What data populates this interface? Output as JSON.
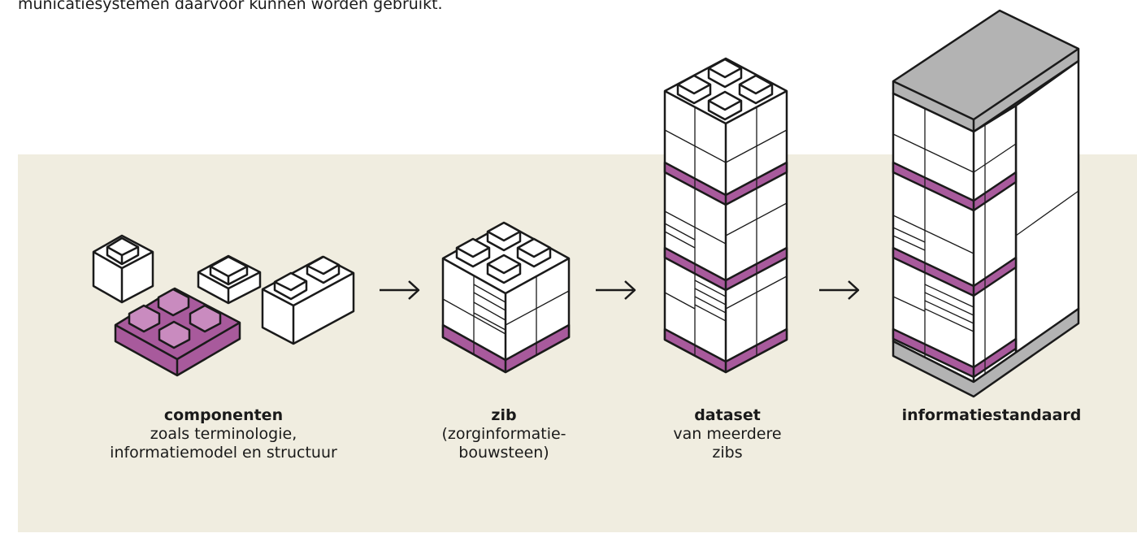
{
  "intro": {
    "text": "municatiesystemen daarvoor kunnen worden gebruikt."
  },
  "colors": {
    "panel_bg": "#f0ede0",
    "accent_purple": "#a85a9c",
    "block_fill": "#ffffff",
    "cap_gray": "#b3b3b3",
    "outline": "#1a1a1a"
  },
  "steps": [
    {
      "title": "componenten",
      "description": "zoals terminologie,\ninformatiemodel en structuur"
    },
    {
      "title": "zib",
      "description": "(zorginformatie-\nbouwsteen)"
    },
    {
      "title": "dataset",
      "description": "van meerdere\nzibs"
    },
    {
      "title": "informatiestandaard",
      "description": ""
    }
  ],
  "arrows": [
    "arrow-right-icon",
    "arrow-right-icon",
    "arrow-right-icon"
  ]
}
